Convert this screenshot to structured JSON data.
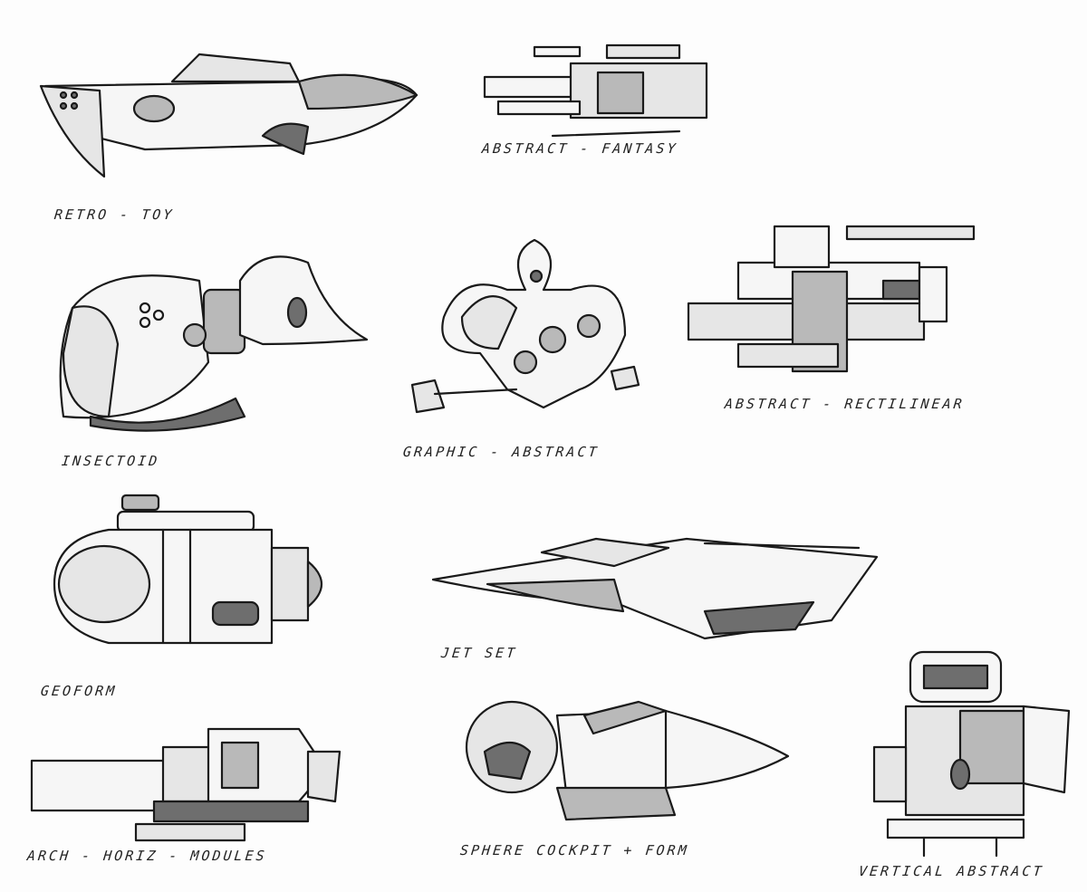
{
  "sketches": [
    {
      "label": "RETRO - TOY"
    },
    {
      "label": "ABSTRACT - FANTASY"
    },
    {
      "label": "INSECTOID"
    },
    {
      "label": "GRAPHIC - ABSTRACT"
    },
    {
      "label": "ABSTRACT - RECTILINEAR"
    },
    {
      "label": "GEOFORM"
    },
    {
      "label": "JET SET"
    },
    {
      "label": "ARCH - HORIZ - MODULES"
    },
    {
      "label": "SPHERE COCKPIT + FORM"
    },
    {
      "label": "VERTICAL ABSTRACT"
    }
  ]
}
